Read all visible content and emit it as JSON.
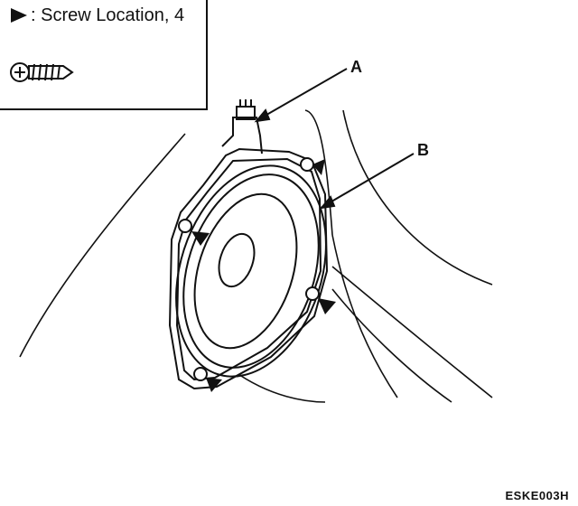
{
  "legend": {
    "text": ": Screw Location, 4",
    "marker_icon": "filled-triangle-arrow",
    "screw_icon": "tapping-screw-icon"
  },
  "callouts": {
    "a": "A",
    "b": "B"
  },
  "figure_code": "ESKE003H",
  "colors": {
    "line": "#111111",
    "background": "#ffffff"
  }
}
